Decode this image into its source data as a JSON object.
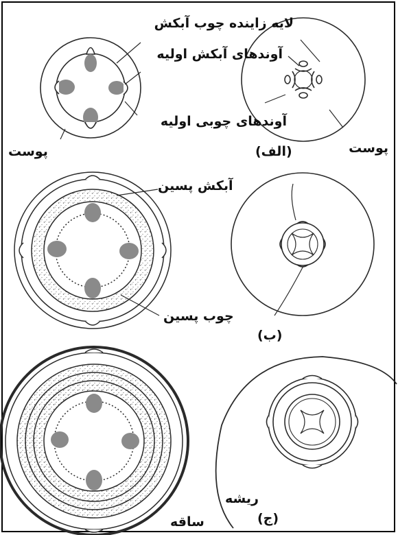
{
  "labels": {
    "cambium": "لایه زاینده چوب آبکش",
    "primary_phloem": "آوندهای آبکش اولیه",
    "primary_xylem": "آوندهای چوبی اولیه",
    "cortex_left": "پوست",
    "cortex_right": "پوست",
    "panel_a": "(الف)",
    "secondary_phloem": "آبکش پسین",
    "secondary_xylem": "چوب پسین",
    "panel_b": "(ب)",
    "root": "ریشه",
    "panel_c": "(ج)",
    "stem": "ساقه"
  },
  "colors": {
    "line": "#2a2a2a",
    "xylem_fill": "#8a8a8a",
    "background": "#ffffff"
  }
}
